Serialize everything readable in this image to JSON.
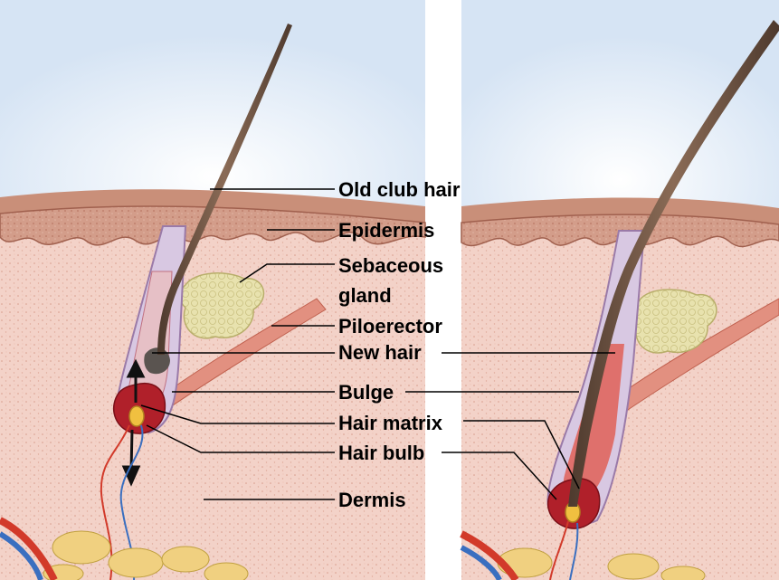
{
  "labels": {
    "old_club_hair": "Old club hair",
    "epidermis": "Epidermis",
    "sebaceous_line1": "Sebaceous",
    "sebaceous_line2": "gland",
    "piloerector": "Piloerector",
    "new_hair": "New hair",
    "bulge": "Bulge",
    "hair_matrix": "Hair matrix",
    "hair_bulb": "Hair bulb",
    "dermis": "Dermis"
  },
  "colors": {
    "sky": "#dfe9f6",
    "epidermis": "#c98f79",
    "dermis": "#f2cdc2",
    "hair": "#6b5040",
    "sebaceous": "#e6dfa6",
    "muscle": "#d97e6c",
    "bulb": "#b0202a",
    "matrix": "#f0c040",
    "sheath": "#c6b6d6",
    "fat": "#f0d080",
    "vessel_red": "#d23a2a",
    "vessel_blue": "#3a6fc0"
  }
}
